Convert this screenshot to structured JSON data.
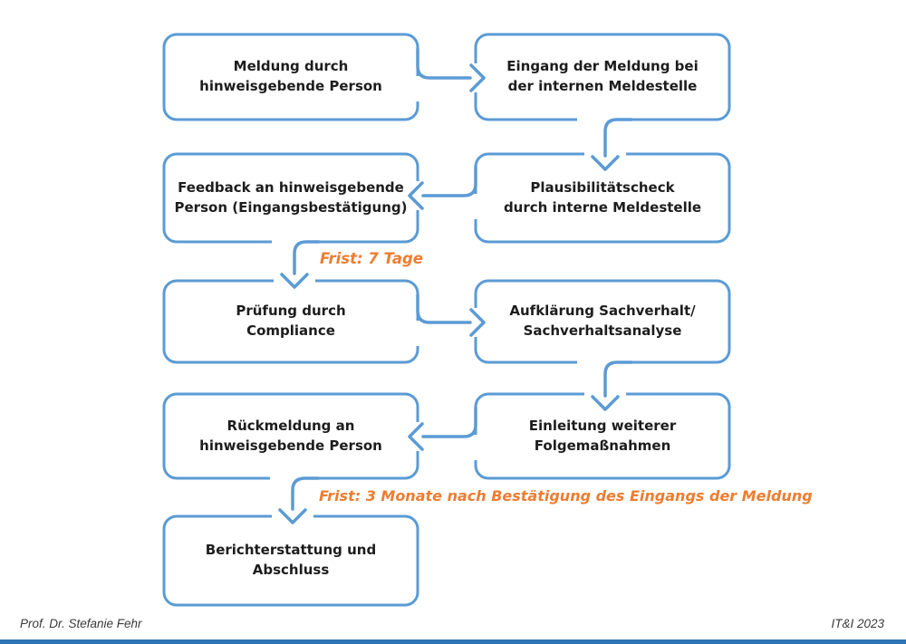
{
  "diagram": {
    "boxes": [
      {
        "id": "meldung",
        "lines": [
          "Meldung durch",
          "hinweisgebende Person"
        ]
      },
      {
        "id": "eingang",
        "lines": [
          "Eingang der Meldung bei",
          "der internen Meldestelle"
        ]
      },
      {
        "id": "plausibilitaet",
        "lines": [
          "Plausibilitätscheck",
          "durch interne Meldestelle"
        ]
      },
      {
        "id": "feedback",
        "lines": [
          "Feedback an hinweisgebende",
          "Person (Eingangsbestätigung)"
        ]
      },
      {
        "id": "pruefung",
        "lines": [
          "Prüfung durch",
          "Compliance"
        ]
      },
      {
        "id": "aufklaerung",
        "lines": [
          "Aufklärung Sachverhalt/",
          "Sachverhaltsanalyse"
        ]
      },
      {
        "id": "einleitung",
        "lines": [
          "Einleitung weiterer",
          "Folgemaßnahmen"
        ]
      },
      {
        "id": "rueckmeldung",
        "lines": [
          "Rückmeldung an",
          "hinweisgebende Person"
        ]
      },
      {
        "id": "berichterstattung",
        "lines": [
          "Berichterstattung und",
          "Abschluss"
        ]
      }
    ],
    "deadline_notes": [
      {
        "text": "Frist: 7 Tage"
      },
      {
        "text": "Frist: 3 Monate nach Bestätigung des Eingangs der Meldung"
      }
    ],
    "colors": {
      "box_border": "#5B9BD5",
      "arrow": "#5B9BD5",
      "deadline_text": "#ED7D31",
      "bottom_bar": "#2E75B6",
      "box_text": "#1d1d1d"
    }
  },
  "footer": {
    "author": "Prof. Dr. Stefanie Fehr",
    "source": "IT&I 2023"
  }
}
